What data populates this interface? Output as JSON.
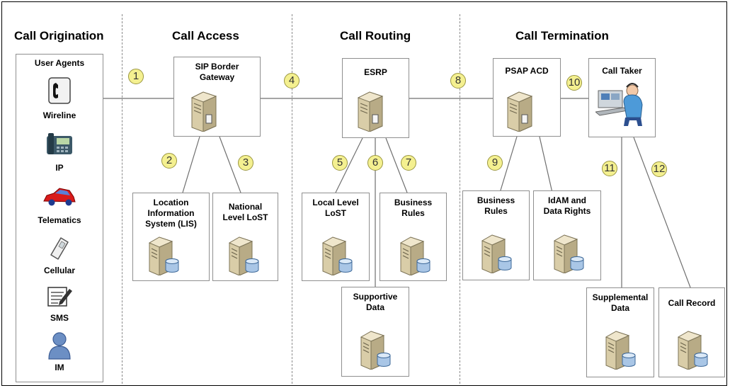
{
  "sections": {
    "origination": "Call Origination",
    "access": "Call Access",
    "routing": "Call Routing",
    "termination": "Call Termination"
  },
  "user_agents": {
    "title": "User Agents",
    "items": [
      {
        "label": "Wireline",
        "icon": "telephone-icon"
      },
      {
        "label": "IP",
        "icon": "ip-phone-icon"
      },
      {
        "label": "Telematics",
        "icon": "car-icon"
      },
      {
        "label": "Cellular",
        "icon": "mobile-phone-icon"
      },
      {
        "label": "SMS",
        "icon": "sms-icon"
      },
      {
        "label": "IM",
        "icon": "person-icon"
      }
    ]
  },
  "nodes": {
    "sip_border_gateway": "SIP Border\nGateway",
    "lis": "Location\nInformation\nSystem (LIS)",
    "national_lost": "National\nLevel LoST",
    "esrp": "ESRP",
    "local_lost": "Local Level\nLoST",
    "esrp_business_rules": "Business\nRules",
    "supportive_data": "Supportive\nData",
    "psap_acd": "PSAP ACD",
    "psap_business_rules": "Business\nRules",
    "idam": "IdAM and\nData Rights",
    "call_taker": "Call Taker",
    "supplemental_data": "Supplemental\nData",
    "call_record": "Call Record"
  },
  "steps": [
    "1",
    "2",
    "3",
    "4",
    "5",
    "6",
    "7",
    "8",
    "9",
    "10",
    "11",
    "12"
  ],
  "colors": {
    "marker_fill": "#f4f090",
    "server_body": "#e8dcb8",
    "db_fill": "#a9c6e6"
  }
}
